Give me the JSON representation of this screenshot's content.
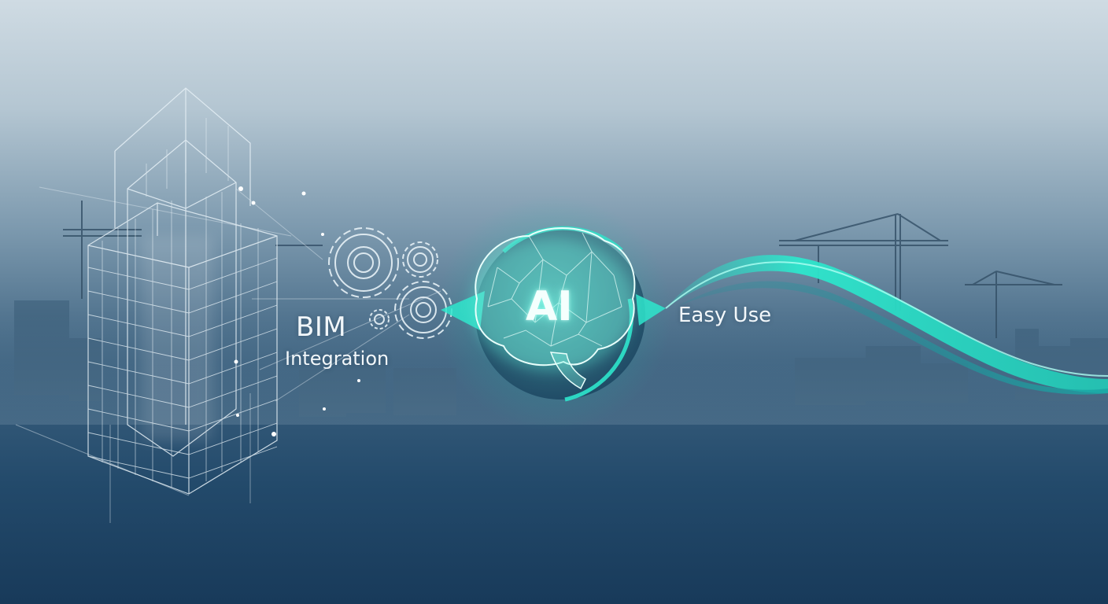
{
  "labels": {
    "bim_title": "BIM",
    "bim_subtitle": "Integration",
    "ai": "AI",
    "easy_use": "Easy Use"
  },
  "colors": {
    "sky_top": "#ccd8e0",
    "sky_mid": "#6f8ea4",
    "ground_bottom": "#1a3d5e",
    "accent_teal": "#2ee6cc",
    "wireframe": "#e6f0f6"
  },
  "icons": {
    "building": "wireframe-building-icon",
    "gears": "gears-icon",
    "brain": "brain-icon",
    "wave": "teal-wave-icon",
    "cranes": "construction-crane-icon"
  }
}
